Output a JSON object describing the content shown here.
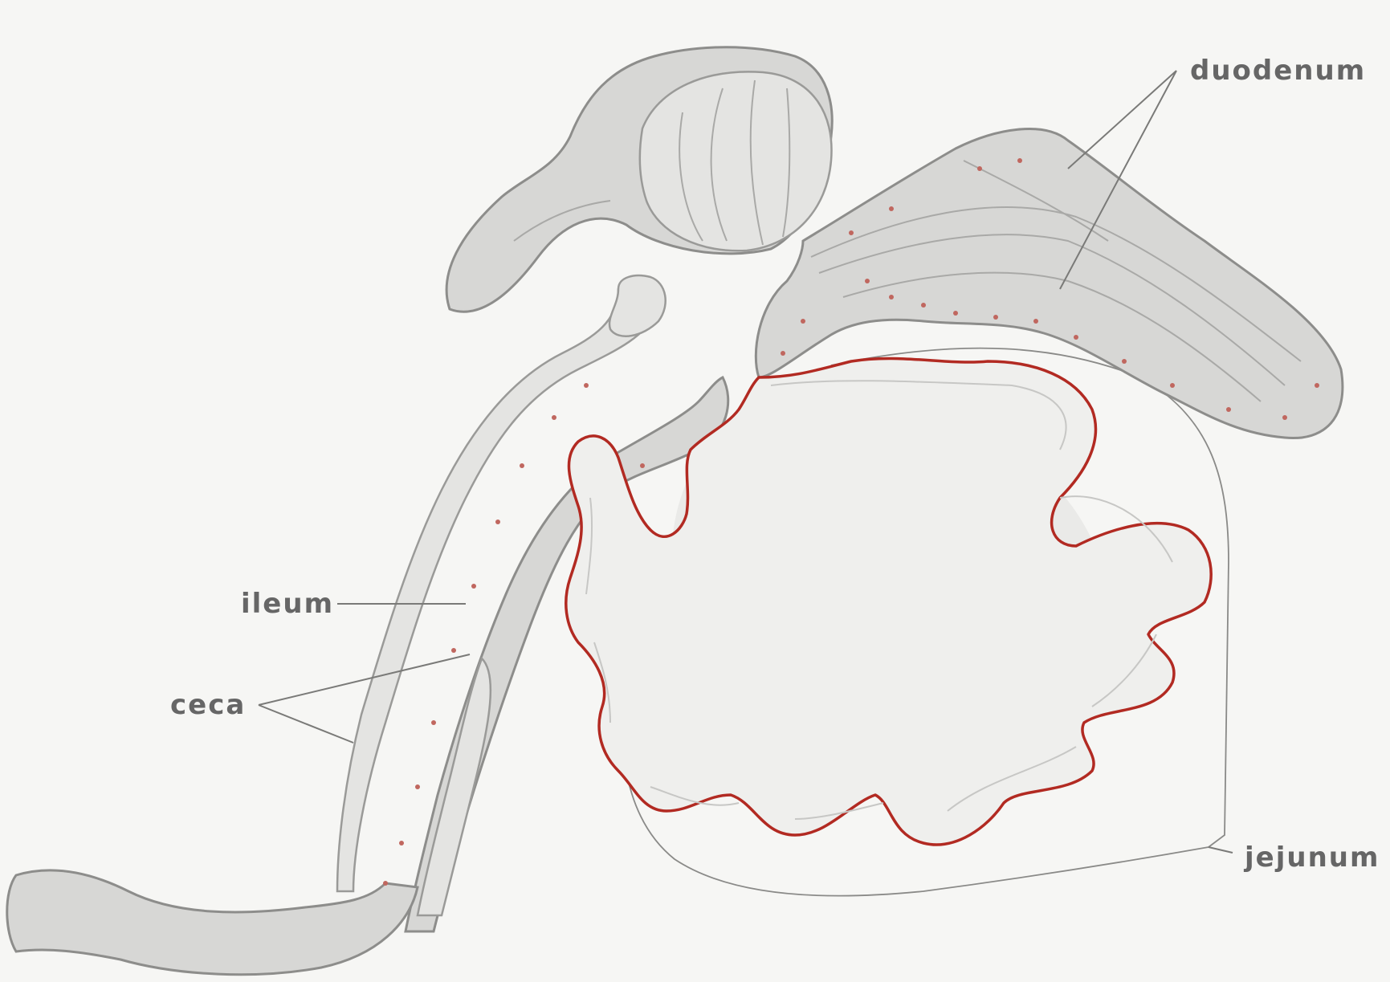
{
  "labels": {
    "duodenum": "duodenum",
    "ileum": "ileum",
    "ceca": "ceca",
    "jejunum": "jejunum"
  },
  "colors": {
    "background": "#f6f6f4",
    "jejunum_outline": "#b22a22",
    "label_text": "#666666",
    "organ_fill": "#d7d7d5"
  }
}
